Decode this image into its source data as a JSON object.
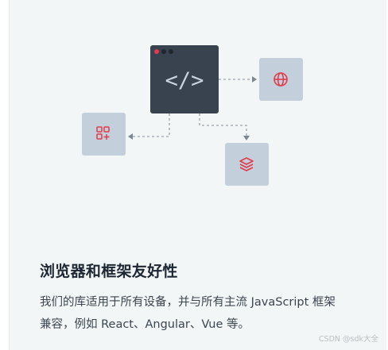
{
  "illustration": {
    "code_window_symbol": "</>",
    "icons": [
      "globe-icon",
      "add-grid-icon",
      "layers-icon"
    ],
    "colors": {
      "code_window": "#39434f",
      "tile": "#c3cfda",
      "icon_red": "#e23b4b",
      "arrow": "#9aa4ad"
    }
  },
  "feature": {
    "title": "浏览器和框架友好性",
    "description_line1": "我们的库适用于所有设备，并与所有主流 JavaScript 框架",
    "description_line2": "兼容，例如 React、Angular、Vue 等。"
  },
  "watermark": "CSDN @sdk大全"
}
